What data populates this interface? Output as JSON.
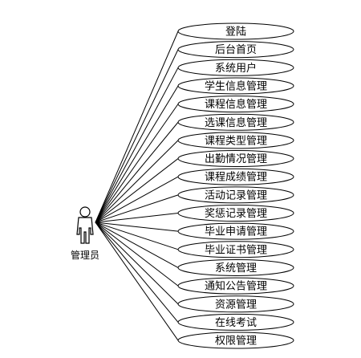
{
  "actor": {
    "label": "管理员",
    "icon": "person-icon"
  },
  "use_cases": [
    "登陆",
    "后台首页",
    "系统用户",
    "学生信息管理",
    "课程信息管理",
    "选课信息管理",
    "课程类型管理",
    "出勤情况管理",
    "课程成绩管理",
    "活动记录管理",
    "奖惩记录管理",
    "毕业申请管理",
    "毕业证书管理",
    "系统管理",
    "通知公告管理",
    "资源管理",
    "在线考试",
    "权限管理"
  ]
}
